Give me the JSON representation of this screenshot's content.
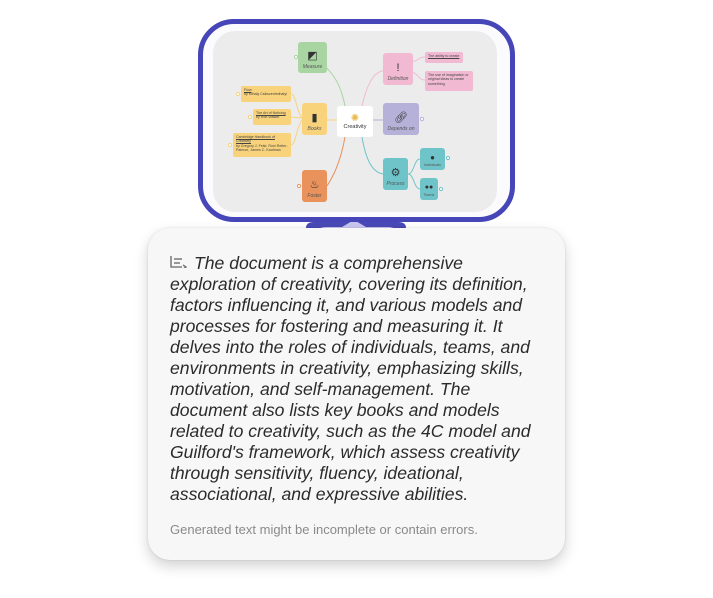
{
  "mindmap": {
    "center": "Creativity",
    "nodes": {
      "measure": "Measure",
      "definition": "Definition",
      "depends_on": "Depends on",
      "books": "Books",
      "foster": "Foster",
      "process": "Process",
      "individuals": "Individuals",
      "teams": "Teams"
    },
    "definition_items": [
      "The ability to create",
      "The use of imagination or original ideas to create something."
    ],
    "books": [
      {
        "title": "Flow",
        "author": "by Mihaly Csikszentmihalyi"
      },
      {
        "title": "The Art of Noticing",
        "author": "by Rob Walker"
      },
      {
        "title": "Cambridge Handbook of Creativity",
        "author": "by Gregory J. Feist, Roni Reiter-Palmon, James C. Kaufman"
      }
    ],
    "colors": {
      "measure": "#a9d5a3",
      "definition": "#f1b9d2",
      "depends_on": "#b6b1d9",
      "books": "#f8d37c",
      "foster": "#e9925c",
      "process": "#6fc4c9",
      "frame": "#4646b8"
    }
  },
  "summary": {
    "text": "The document is a comprehensive exploration of creativity, covering its definition, factors influencing it, and various models and processes for fostering and measuring it. It delves into the roles of individuals, teams, and environments in creativity, emphasizing skills, motivation, and self-management. The document also lists key books and models related to creativity, such as the 4C model and Guilford's framework, which assess creativity through sensitivity, fluency, ideational, associational, and expressive abilities.",
    "disclaimer": "Generated text might be incomplete or contain errors."
  }
}
